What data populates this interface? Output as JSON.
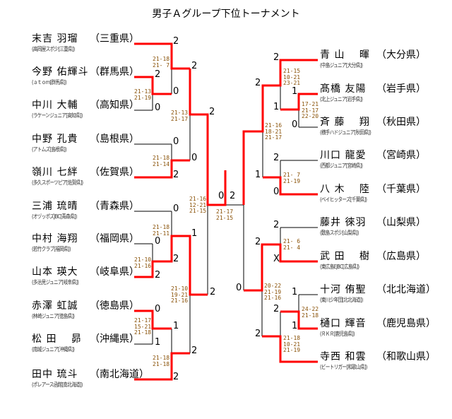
{
  "title": "男子Ａグループ下位トーナメント",
  "colors": {
    "winner_line": "#ff0000",
    "line": "#000000",
    "game_score": "#8a5208"
  },
  "left_players": [
    {
      "name": "末吉 羽瑠",
      "pref": "（三重県）",
      "club": "(高岡屋スポ少[三重県])"
    },
    {
      "name": "今野 佑輝斗",
      "pref": "（群馬県）",
      "club": "(ａｔｏｍ[群馬県])"
    },
    {
      "name": "中川 大輔",
      "pref": "（高知県）",
      "club": "(ラケーンジュニア[高知県])"
    },
    {
      "name": "中野 孔貴",
      "pref": "（島根県）",
      "club": "(アトムズ[島根県])"
    },
    {
      "name": "嶺川 七絆",
      "pref": "（佐賀県）",
      "club": "(多久スポーツピア[佐賀県])"
    },
    {
      "name": "三浦 琉晴",
      "pref": "（青森県）",
      "club": "(オヅッポズJBC[青森県])"
    },
    {
      "name": "中村 海翔",
      "pref": "（福岡県）",
      "club": "(若竹クラブ[福岡県])"
    },
    {
      "name": "山本 瑛大",
      "pref": "（岐阜県）",
      "club": "(多治見ジュニア[岐阜県])"
    },
    {
      "name": "赤澤 虹誠",
      "pref": "（徳島県）",
      "club": "(林崎ジュニア[徳島県])"
    },
    {
      "name": "松 田　 昴",
      "pref": "（沖縄県）",
      "club": "(南城ジュニア[沖縄県])"
    },
    {
      "name": "田中 琉斗",
      "pref": "（南北海道）",
      "club": "(ポレアース函館[南北海道])"
    }
  ],
  "right_players": [
    {
      "name": "青 山　 暉",
      "pref": "（大分県）",
      "club": "(中島ジュニア[大分県])"
    },
    {
      "name": "髙橋 友陽",
      "pref": "（岩手県）",
      "club": "(北上ジュニア[岩手県])"
    },
    {
      "name": "斉 藤　 翔",
      "pref": "（秋田県）",
      "club": "(横手ハドジュニア[秋田県])"
    },
    {
      "name": "川口 龍愛",
      "pref": "（宮崎県）",
      "club": "(西都ジュニア[宮崎県])"
    },
    {
      "name": "八 木　 陸",
      "pref": "（千葉県）",
      "club": "(ベイヒッターズ[千葉県])"
    },
    {
      "name": "藤井 徠羽",
      "pref": "（山梨県）",
      "club": "(敷島スポ少[山梨県])"
    },
    {
      "name": "武 田　 樹",
      "pref": "（広島県）",
      "club": "(東広島EJBC[広島県])"
    },
    {
      "name": "十河 侑聖",
      "pref": "（北北海道）",
      "club": "(東川少年団[北北海道])"
    },
    {
      "name": "樋口 輝音",
      "pref": "（鹿児島県）",
      "club": "(ＲＫＲ[鹿児島県])"
    },
    {
      "name": "寺西 和雲",
      "pref": "（和歌山県）",
      "club": "(ビートリガー[和歌山県])"
    }
  ],
  "match_scores": [
    "2",
    "2",
    "0",
    "0",
    "2",
    "2",
    "0",
    "0",
    "2",
    "0",
    "0",
    "2",
    "2",
    "1",
    "2",
    "0",
    "1",
    "1",
    "2",
    "2",
    "0",
    "2",
    "2",
    "2",
    "1",
    "1",
    "0",
    "1",
    "2",
    "0",
    "2",
    "2",
    "X",
    "0",
    "1",
    "2",
    "1",
    "2"
  ],
  "game_scores": [
    "21-18\n21- 7",
    "21-13\n21-19",
    "21-13\n21-17",
    "21-18\n21-14",
    "21-18\n21-11",
    "21-10\n21-16",
    "21-10\n19-21\n21-16",
    "21-17\n15-21\n21-18",
    "21-18\n21-18",
    "21-16\n12-21\n21-15",
    "21-17\n21-15",
    "21-15\n10-21\n23-21",
    "17-21\n21-17\n22-20",
    "21-16\n18-21\n21-17",
    "21- 7\n21-19",
    "21- 6\n21- 4",
    "20-22\n21-19\n21-16",
    "24-22\n21-18",
    "21-18\n10-21\n21-19"
  ]
}
